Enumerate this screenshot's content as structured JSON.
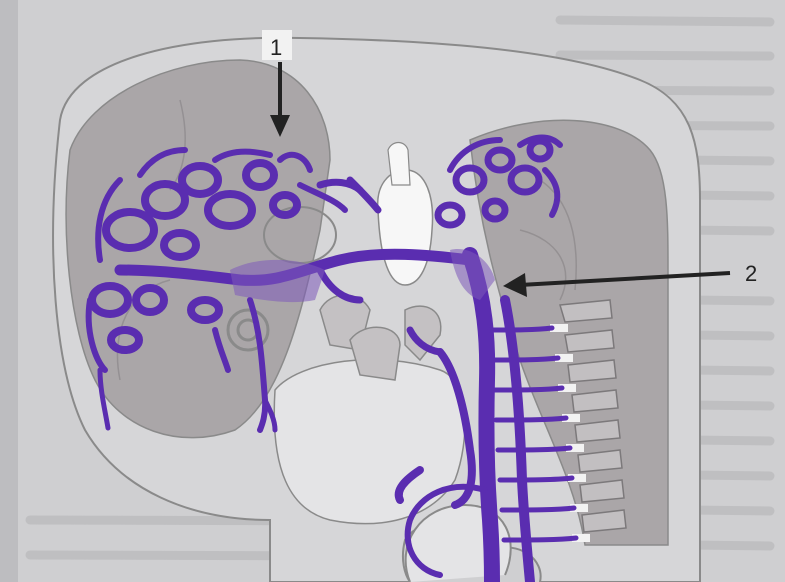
{
  "diagram": {
    "labels": [
      {
        "id": "label-1",
        "text": "1"
      },
      {
        "id": "label-2",
        "text": "2"
      }
    ]
  },
  "colors": {
    "paper": "#cfcfd1",
    "page_shadow": "#bdbdc0",
    "outline": "#8a8a8a",
    "tissue_gray": "#aaa6a8",
    "tissue_dark": "#9c989b",
    "vessel_purple": "#5a2db0",
    "vessel_light": "#7d5ab9",
    "white_structure": "#f7f7f7",
    "arrow": "#222222"
  }
}
